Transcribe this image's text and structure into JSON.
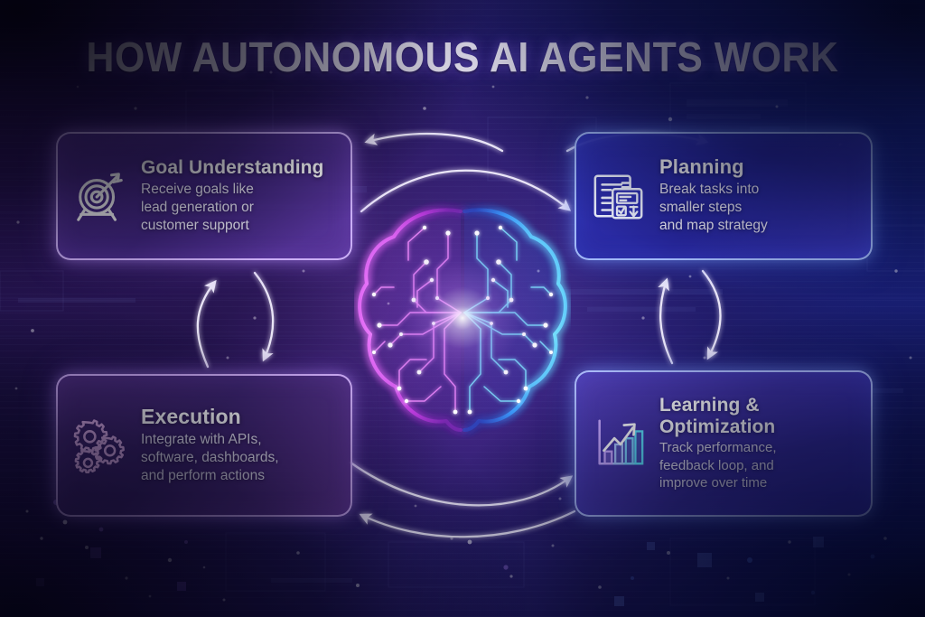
{
  "title": "HOW AUTONOMOUS AI AGENTS WORK",
  "center": {
    "graphic_name": "ai-brain-circuit",
    "description": "Glowing circuit-board brain, magenta left hemisphere and cyan right hemisphere"
  },
  "colors": {
    "background_deep": "#05030f",
    "background_mid_purple": "#4b2a93",
    "background_blue": "#1a2a96",
    "title_text": "#e9e6f5",
    "card_purple_fill": "#4a2e90",
    "card_blue_fill": "#2e30b0",
    "card_exec_fill": "#4a2c78",
    "card_learn_fill": "#4a3bae",
    "card_border_lavender": "#d6baff",
    "card_border_blue": "#aac4ff",
    "icon_white": "#ffffff",
    "icon_pink": "#e9b9f2",
    "brain_left": "#e24ce0",
    "brain_right": "#3ad2ff",
    "arrow_white": "#f2eeff"
  },
  "cards": [
    {
      "id": "goal-understanding",
      "icon": "target-arrow-icon",
      "title": "Goal Understanding",
      "body": "Receive goals like\nlead generation or\ncustomer support"
    },
    {
      "id": "planning",
      "icon": "checklist-document-icon",
      "title": "Planning",
      "body": "Break tasks into\nsmaller steps\nand map strategy"
    },
    {
      "id": "execution",
      "icon": "gears-icon",
      "title": "Execution",
      "body": "Integrate with APIs,\nsoftware, dashboards,\nand perform actions"
    },
    {
      "id": "learning-optimization",
      "icon": "growth-bar-chart-icon",
      "title": "Learning &\nOptimization",
      "body": "Track performance,\nfeedback loop, and\nimprove over time"
    }
  ],
  "arrows": [
    {
      "name": "arrow-center-to-goal",
      "direction": "left"
    },
    {
      "name": "arrow-center-to-planning",
      "direction": "right"
    },
    {
      "name": "arrow-goal-to-planning-arc",
      "direction": "right"
    },
    {
      "name": "arrow-execution-to-goal",
      "direction": "up"
    },
    {
      "name": "arrow-goal-to-execution",
      "direction": "down"
    },
    {
      "name": "arrow-learning-to-planning",
      "direction": "up"
    },
    {
      "name": "arrow-planning-to-learning",
      "direction": "down"
    },
    {
      "name": "arrow-execution-to-learning-arc",
      "direction": "right"
    },
    {
      "name": "arrow-learning-to-execution-arc",
      "direction": "left"
    }
  ]
}
